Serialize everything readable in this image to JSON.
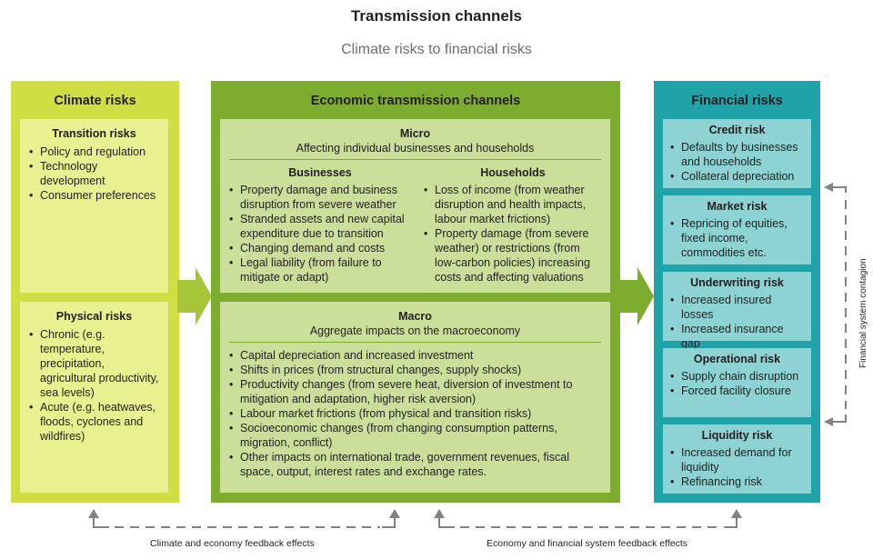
{
  "title": "Transmission channels",
  "subtitle": "Climate risks to financial risks",
  "climate": {
    "header": "Climate risks",
    "transition": {
      "title": "Transition risks",
      "items": [
        "Policy and regulation",
        "Technology development",
        "Consumer preferences"
      ]
    },
    "physical": {
      "title": "Physical risks",
      "items": [
        "Chronic (e.g. temperature, precipitation, agricultural productivity, sea levels)",
        "Acute (e.g. heatwaves, floods, cyclones and wildfires)"
      ]
    }
  },
  "economic": {
    "header": "Economic transmission channels",
    "micro": {
      "title": "Micro",
      "subtitle": "Affecting individual businesses and households",
      "businesses": {
        "title": "Businesses",
        "items": [
          "Property damage and business disruption from severe weather",
          "Stranded assets and new capital expenditure due to transition",
          "Changing demand and costs",
          "Legal liability (from failure to mitigate or adapt)"
        ]
      },
      "households": {
        "title": "Households",
        "items": [
          "Loss of income (from weather disruption and health impacts, labour market frictions)",
          "Property damage (from severe weather) or restrictions (from low-carbon policies) increasing costs and affecting valuations"
        ]
      }
    },
    "macro": {
      "title": "Macro",
      "subtitle": "Aggregate impacts on the macroeconomy",
      "items": [
        "Capital depreciation and increased investment",
        "Shifts in prices (from structural changes, supply shocks)",
        "Productivity changes (from severe heat, diversion of investment to mitigation and adaptation, higher risk aversion)",
        "Labour market frictions (from physical and transition risks)",
        "Socioeconomic changes (from changing consumption patterns, migration, conflict)",
        "Other impacts on international trade, government revenues, fiscal space, output, interest rates and exchange rates."
      ]
    }
  },
  "financial": {
    "header": "Financial risks",
    "credit": {
      "title": "Credit risk",
      "items": [
        "Defaults by businesses and households",
        "Collateral depreciation"
      ]
    },
    "market": {
      "title": "Market risk",
      "items": [
        "Repricing of equities, fixed income, commodities etc."
      ]
    },
    "underwriting": {
      "title": "Underwriting risk",
      "items": [
        "Increased insured losses",
        "Increased insurance gap"
      ]
    },
    "operational": {
      "title": "Operational risk",
      "items": [
        "Supply chain disruption",
        "Forced facility closure"
      ]
    },
    "liquidity": {
      "title": "Liquidity risk",
      "items": [
        "Increased demand for liquidity",
        "Refinancing risk"
      ]
    }
  },
  "feedback": {
    "climate_economy": "Climate and economy feedback effects",
    "economy_financial": "Economy and financial system feedback effects",
    "contagion": "Financial system contagion"
  },
  "colors": {
    "climate": "#cfdf43",
    "economic": "#7cad2f",
    "financial": "#1fa3a8",
    "arrow": "#a6c63a",
    "dashed": "#808285"
  }
}
